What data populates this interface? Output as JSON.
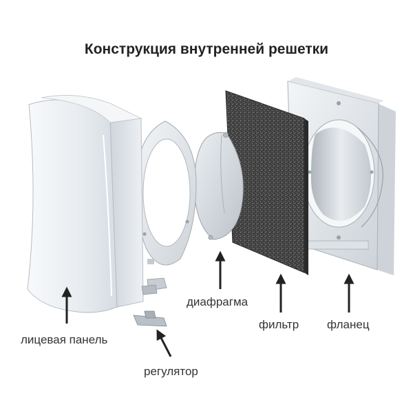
{
  "title": "Конструкция внутренней решетки",
  "parts": [
    {
      "key": "panel",
      "label": "лицевая панель"
    },
    {
      "key": "regulator",
      "label": "регулятор"
    },
    {
      "key": "diaphragm",
      "label": "диафрагма"
    },
    {
      "key": "filter",
      "label": "фильтр"
    },
    {
      "key": "flange",
      "label": "фланец"
    }
  ],
  "colors": {
    "title": "#222222",
    "label": "#333333",
    "arrow": "#222222",
    "part_light": "#eef1f4",
    "part_shadow": "#c9cfd6",
    "filter_dark": "#3a3a3a"
  }
}
